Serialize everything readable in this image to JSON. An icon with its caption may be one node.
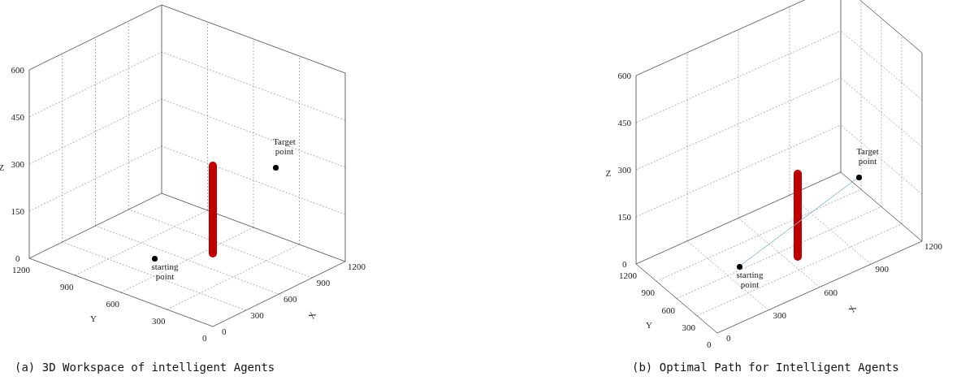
{
  "diagram": {
    "nodes": [
      {
        "text": [
          "Target point"
        ]
      },
      {
        "text": [
          "starting point"
        ]
      },
      {
        "text": [
          "Target point"
        ]
      },
      {
        "text": [
          "starting point"
        ]
      }
    ],
    "edges": [
      {
        "from": 3,
        "to": 2,
        "arrow": "none",
        "color": "#7fbcd2"
      }
    ],
    "labels": [
      "600",
      "450",
      "300",
      "150",
      "0",
      "Z",
      "1200",
      "900",
      "600",
      "300",
      "0",
      "Y",
      "0",
      "300",
      "600",
      "900",
      "1200",
      "X",
      "(a) 3D Workspace of intelligent Agents",
      "600",
      "450",
      "300",
      "150",
      "0",
      "Z",
      "1200",
      "900",
      "600",
      "300",
      "0",
      "Y",
      "0",
      "300",
      "600",
      "900",
      "1200",
      "X",
      "(b) Optimal Path for Intelligent Agents"
    ]
  }
}
